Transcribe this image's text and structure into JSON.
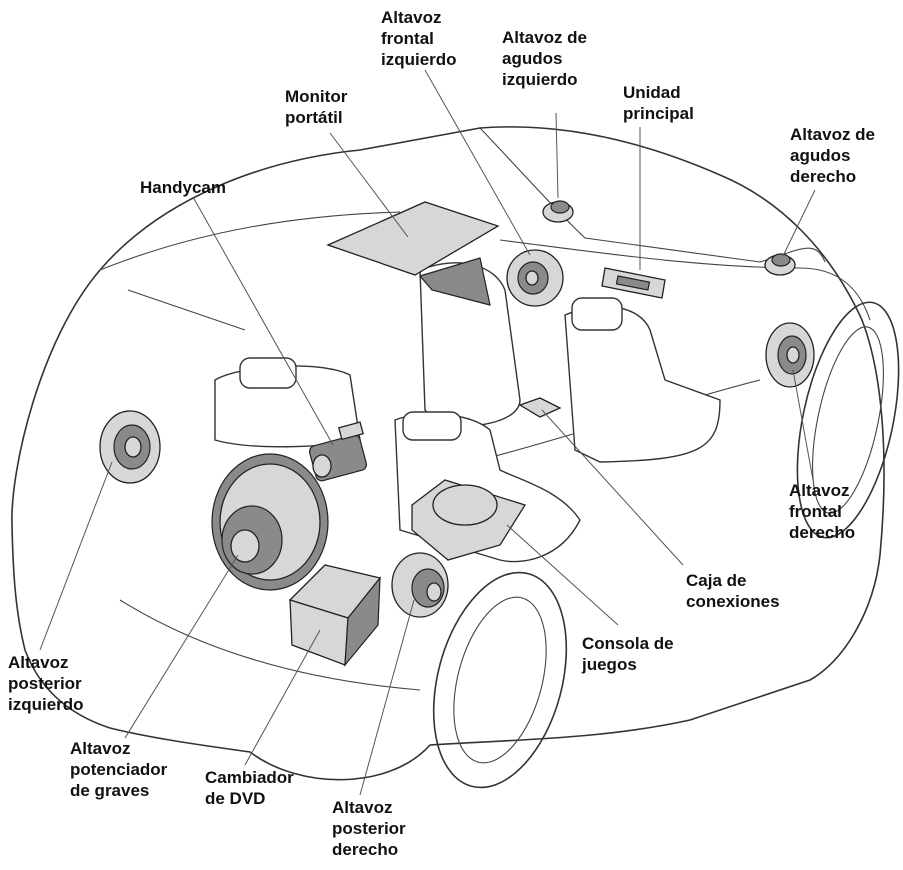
{
  "labels": {
    "front_left_speaker": "Altavoz\nfrontal\nizquierdo",
    "left_tweeter": "Altavoz de\nagudos\nizquierdo",
    "head_unit": "Unidad\nprincipal",
    "portable_monitor": "Monitor\nportátil",
    "right_tweeter": "Altavoz de\nagudos\nderecho",
    "handycam": "Handycam",
    "front_right_speaker": "Altavoz\nfrontal\nderecho",
    "junction_box": "Caja de\nconexiones",
    "game_console": "Consola de\njuegos",
    "rear_left_speaker": "Altavoz\nposterior\nizquierdo",
    "subwoofer": "Altavoz\npotenciador\nde graves",
    "dvd_changer": "Cambiador\nde DVD",
    "rear_right_speaker": "Altavoz\nposterior\nderecho"
  }
}
